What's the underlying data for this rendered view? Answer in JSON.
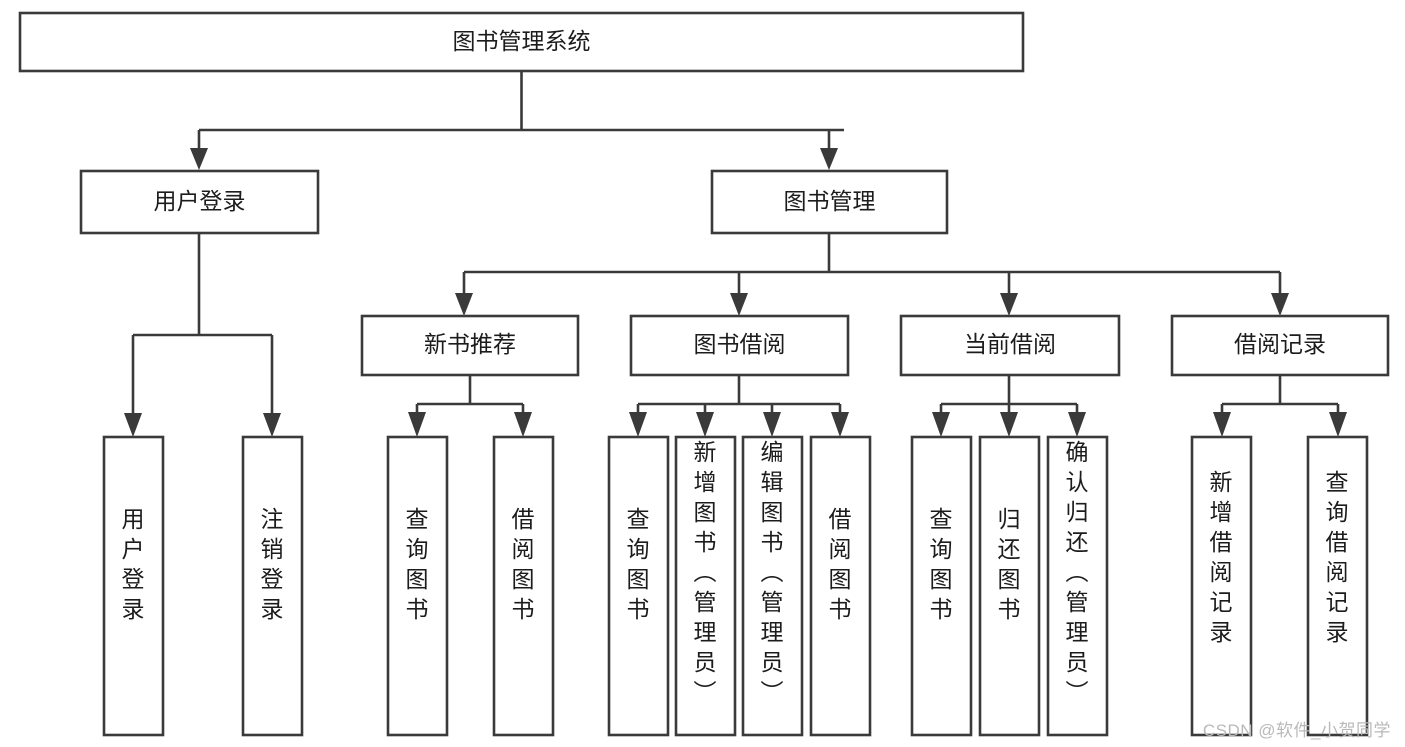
{
  "diagram": {
    "type": "tree-hierarchy-chart",
    "title": "图书管理系统",
    "watermark": "CSDN @软件_小贺同学",
    "colors": {
      "stroke": "#3a3a3a",
      "fill": "#ffffff",
      "text": "#1c1c1c",
      "watermark": "#b9b9b9",
      "background": "#ffffff"
    },
    "levels": {
      "root": {
        "label": "图书管理系统",
        "orientation": "horizontal"
      },
      "level2": [
        {
          "id": "user-login",
          "label": "用户登录",
          "orientation": "horizontal"
        },
        {
          "id": "book-management",
          "label": "图书管理",
          "orientation": "horizontal"
        }
      ],
      "level3": [
        {
          "id": "new-book-recommend",
          "label": "新书推荐",
          "orientation": "horizontal",
          "parent": "book-management"
        },
        {
          "id": "book-borrow",
          "label": "图书借阅",
          "orientation": "horizontal",
          "parent": "book-management"
        },
        {
          "id": "current-borrow",
          "label": "当前借阅",
          "orientation": "horizontal",
          "parent": "book-management"
        },
        {
          "id": "borrow-record",
          "label": "借阅记录",
          "orientation": "horizontal",
          "parent": "book-management"
        }
      ],
      "leaves": [
        {
          "id": "leaf-user-login",
          "label": "用户登录",
          "orientation": "vertical",
          "parent": "user-login"
        },
        {
          "id": "leaf-user-logout",
          "label": "注销登录",
          "orientation": "vertical",
          "parent": "user-login"
        },
        {
          "id": "leaf-query-book-1",
          "label": "查询图书",
          "orientation": "vertical",
          "parent": "new-book-recommend"
        },
        {
          "id": "leaf-borrow-book-1",
          "label": "借阅图书",
          "orientation": "vertical",
          "parent": "new-book-recommend"
        },
        {
          "id": "leaf-query-book-2",
          "label": "查询图书",
          "orientation": "vertical",
          "parent": "book-borrow"
        },
        {
          "id": "leaf-add-book",
          "label": "新增图书（管理员）",
          "orientation": "vertical",
          "parent": "book-borrow"
        },
        {
          "id": "leaf-edit-book",
          "label": "编辑图书（管理员）",
          "orientation": "vertical",
          "parent": "book-borrow"
        },
        {
          "id": "leaf-borrow-book-2",
          "label": "借阅图书",
          "orientation": "vertical",
          "parent": "book-borrow"
        },
        {
          "id": "leaf-query-book-3",
          "label": "查询图书",
          "orientation": "vertical",
          "parent": "current-borrow"
        },
        {
          "id": "leaf-return-book",
          "label": "归还图书",
          "orientation": "vertical",
          "parent": "current-borrow"
        },
        {
          "id": "leaf-confirm-return",
          "label": "确认归还（管理员）",
          "orientation": "vertical",
          "parent": "current-borrow"
        },
        {
          "id": "leaf-add-record",
          "label": "新增借阅记录",
          "orientation": "vertical",
          "parent": "borrow-record"
        },
        {
          "id": "leaf-query-record",
          "label": "查询借阅记录",
          "orientation": "vertical",
          "parent": "borrow-record"
        }
      ]
    }
  }
}
